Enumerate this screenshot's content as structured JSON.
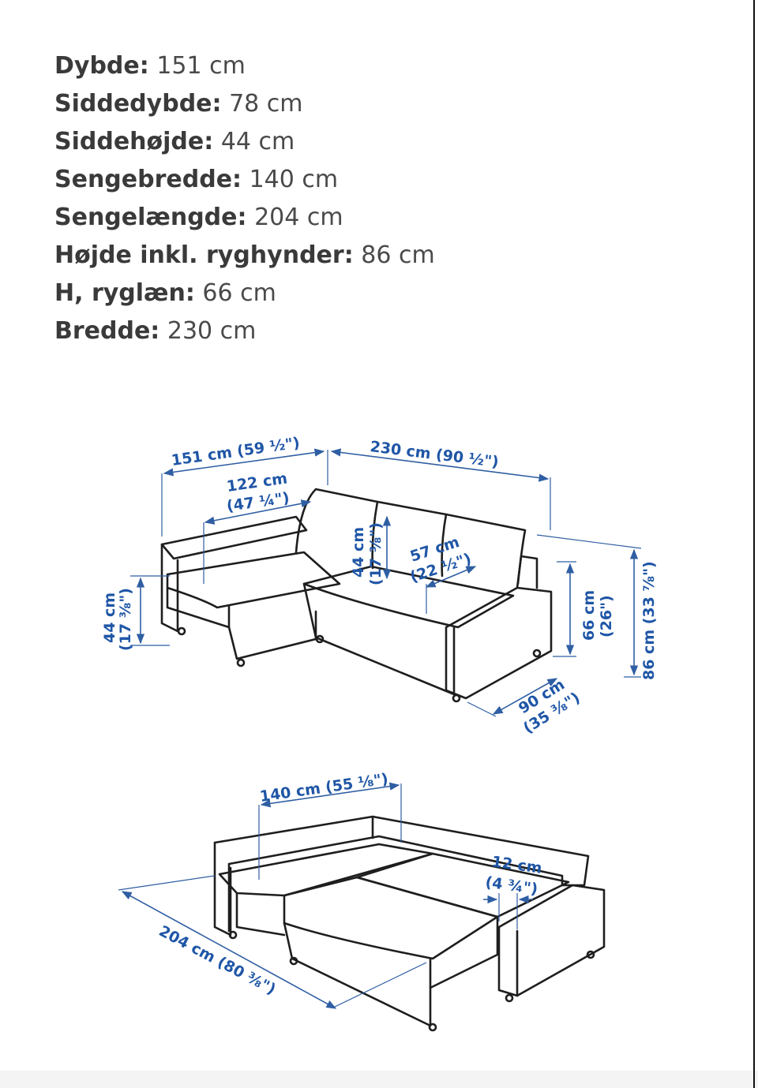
{
  "specs": [
    {
      "label": "Dybde:",
      "value": "151 cm"
    },
    {
      "label": "Siddedybde:",
      "value": "78 cm"
    },
    {
      "label": "Siddehøjde:",
      "value": "44 cm"
    },
    {
      "label": "Sengebredde:",
      "value": "140 cm"
    },
    {
      "label": "Sengelængde:",
      "value": "204 cm"
    },
    {
      "label": "Højde inkl. ryghynder:",
      "value": "86 cm"
    },
    {
      "label": "H, ryglæn:",
      "value": "66 cm"
    },
    {
      "label": "Bredde:",
      "value": "230 cm"
    }
  ],
  "dimensions": {
    "depth": "151 cm (59 ½\")",
    "width": "230 cm (90 ½\")",
    "chaise_depth": "122 cm",
    "chaise_depth_in": "(47 ¼\")",
    "seat_height_left": "44 cm",
    "seat_height_left_in": "(17 ⅜\")",
    "seat_height_center": "44 cm",
    "seat_height_center_in": "(17 ⅜\")",
    "seat_depth": "57 cm",
    "seat_depth_in": "(22 ½\")",
    "back_height": "66 cm",
    "back_height_in": "(26\")",
    "total_height": "86 cm (33 ⅞\")",
    "sofa_depth": "90 cm",
    "sofa_depth_in": "(35 ⅜\")",
    "bed_width": "140 cm (55 ⅛\")",
    "bed_length": "204 cm (80 ⅜\")",
    "step": "12 cm",
    "step_in": "(4 ¾\")"
  },
  "colors": {
    "dimension": "#1f56a6",
    "outline": "#1e1e1e",
    "text": "#333333"
  }
}
